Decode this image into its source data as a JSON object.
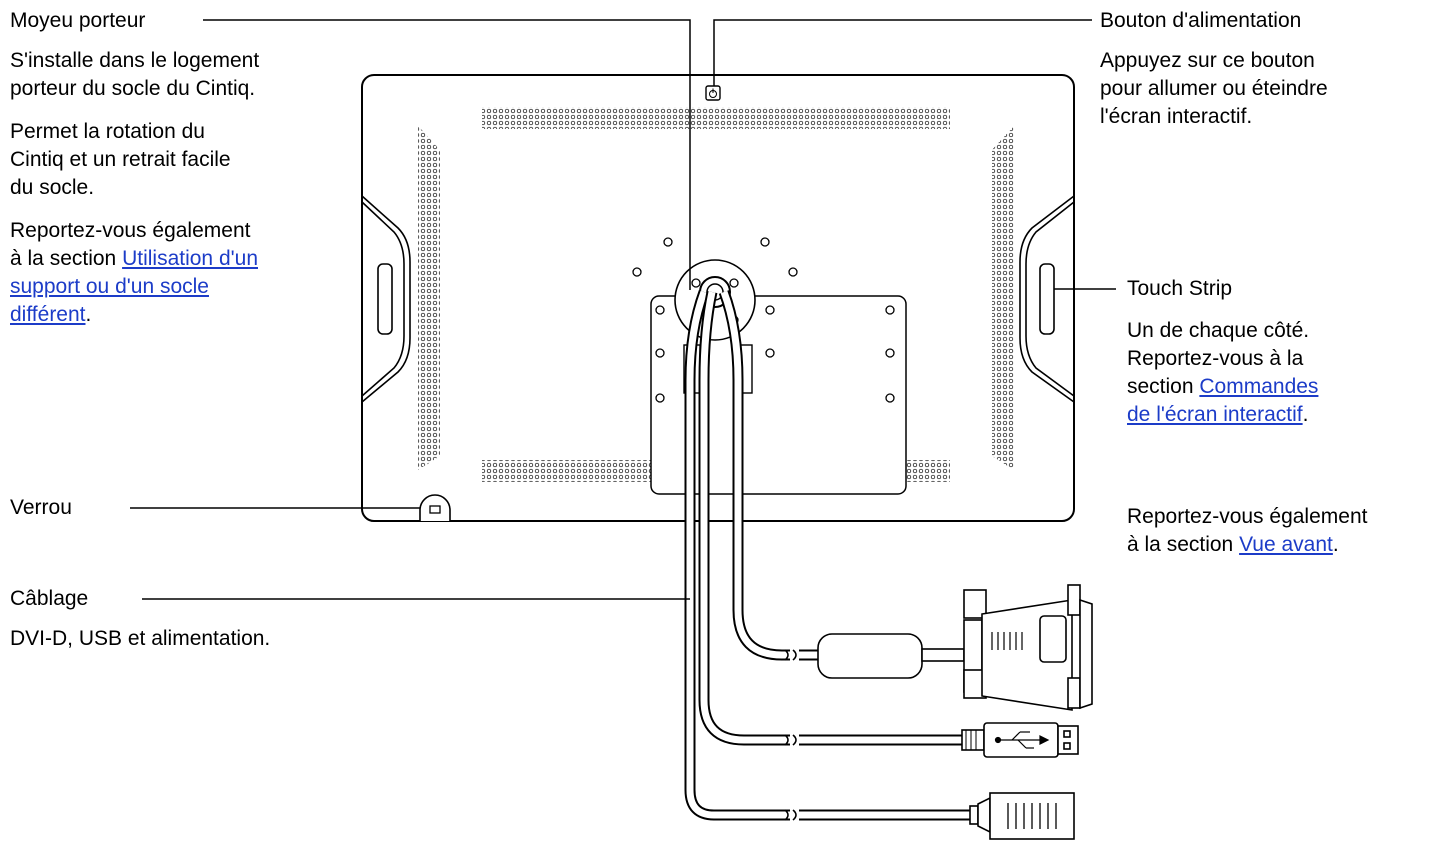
{
  "labels": {
    "moyeu": {
      "title": "Moyeu porteur",
      "desc1": [
        "S'installe dans le logement",
        "porteur du socle du Cintiq."
      ],
      "desc2": [
        "Permet la rotation du",
        "Cintiq et un retrait facile",
        "du socle."
      ],
      "ref_line": "Reportez-vous également",
      "ref_prefix": "à la section ",
      "ref_link": [
        "Utilisation d'un",
        "support ou d'un socle ",
        "différent"
      ],
      "ref_suffix": "."
    },
    "verrou": {
      "title": "Verrou"
    },
    "cablage": {
      "title": "Câblage",
      "desc": "DVI-D, USB et alimentation."
    },
    "bouton": {
      "title": "Bouton d'alimentation",
      "desc": [
        "Appuyez sur ce bouton",
        "pour allumer ou éteindre",
        "l'écran interactif."
      ]
    },
    "touch": {
      "title": "Touch Strip",
      "desc": [
        "Un de chaque côté.",
        "Reportez-vous à la"
      ],
      "ref_prefix": "section ",
      "ref_link": [
        "Commandes ",
        "de l'écran interactif"
      ],
      "ref_suffix": "."
    },
    "vue": {
      "line": "Reportez-vous également",
      "prefix": "à la section ",
      "link": "Vue avant",
      "suffix": "."
    }
  },
  "colors": {
    "link": "#1c3cc8",
    "line": "#000000"
  }
}
